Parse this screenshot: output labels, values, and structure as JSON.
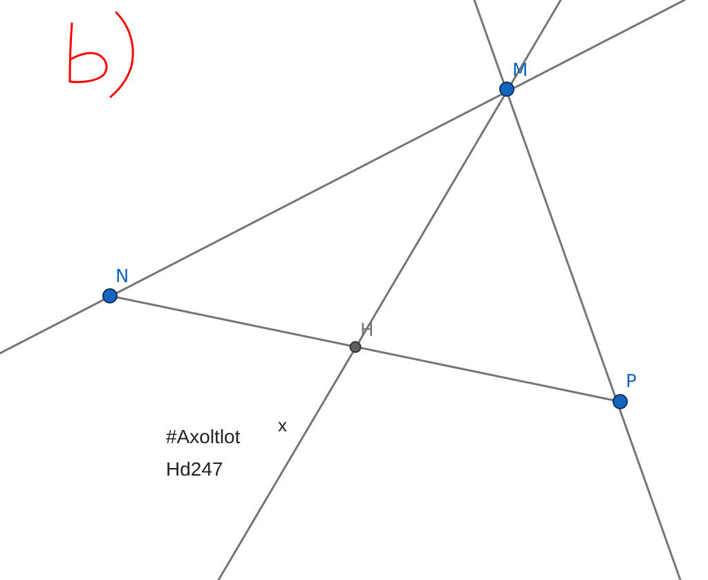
{
  "handwritten_label": "b)",
  "points": {
    "M": {
      "label": "M",
      "role": "free"
    },
    "N": {
      "label": "N",
      "role": "free"
    },
    "P": {
      "label": "P",
      "role": "free"
    },
    "H": {
      "label": "H",
      "role": "intersection"
    }
  },
  "annotation_lines": [
    "#Axoltlot",
    "Hd247"
  ],
  "marker": "x",
  "colors": {
    "line": "#757575",
    "free_point": "#1565c0",
    "free_point_stroke": "#0d2f5e",
    "free_label": "#1565c0",
    "intersection_point": "#616161",
    "intersection_label": "#757575",
    "handwriting": "#ff0000"
  }
}
